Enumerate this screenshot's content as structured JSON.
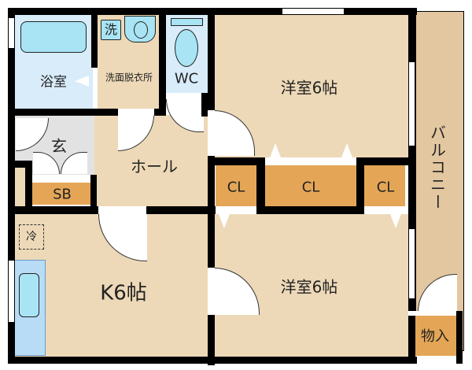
{
  "floorplan": {
    "colors": {
      "wall": "#000000",
      "floor": "#EDD9B8",
      "wet_area": "#D8ECFA",
      "fixture": "#A8E4F4",
      "storage": "#E4A656",
      "entrance": "#E2E2E2",
      "balcony": "#E3C7A0"
    },
    "rooms": {
      "bath": {
        "label": "浴室"
      },
      "washroom": {
        "label": "洗面脱衣所",
        "washer_icon": "洗"
      },
      "toilet": {
        "label": "WC"
      },
      "western_room_1": {
        "label": "洋室6帖"
      },
      "entrance": {
        "label": "玄"
      },
      "shoe_box": {
        "label": "SB"
      },
      "hall": {
        "label": "ホール"
      },
      "closet_1": {
        "label": "CL"
      },
      "closet_2": {
        "label": "CL"
      },
      "closet_3": {
        "label": "CL"
      },
      "kitchen": {
        "label": "K6帖",
        "fridge_icon": "冷"
      },
      "western_room_2": {
        "label": "洋室6帖"
      },
      "balcony": {
        "label": "バルコニー"
      },
      "storage": {
        "label": "物入"
      }
    }
  }
}
